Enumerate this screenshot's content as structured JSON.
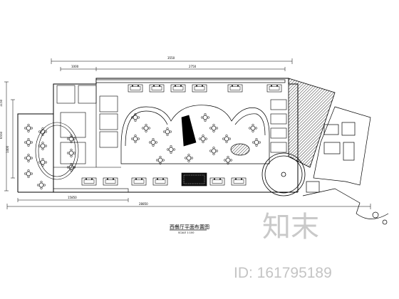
{
  "drawing": {
    "top_dimension": "3550",
    "top_dim_left": "1000",
    "top_dim_right": "2750",
    "bottom_dim_left": "15850",
    "bottom_dim_total": "28850",
    "left_dims": [
      "1150",
      "6550",
      "1400"
    ],
    "title": "西餐厅平面布置图",
    "subtitle": "SCALE 1:100"
  },
  "watermark": {
    "logo_text": "知末",
    "id_text": "ID: 161795189"
  }
}
